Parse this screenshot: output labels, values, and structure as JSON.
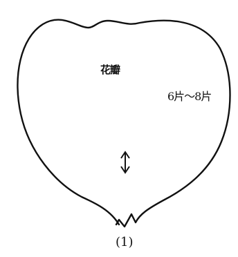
{
  "diagram": {
    "petal_label": "花瓣",
    "petal_count": "6片～8片",
    "figure_label": "(1)"
  },
  "icons": {
    "direction_arrow": "up-down-arrow-icon"
  }
}
